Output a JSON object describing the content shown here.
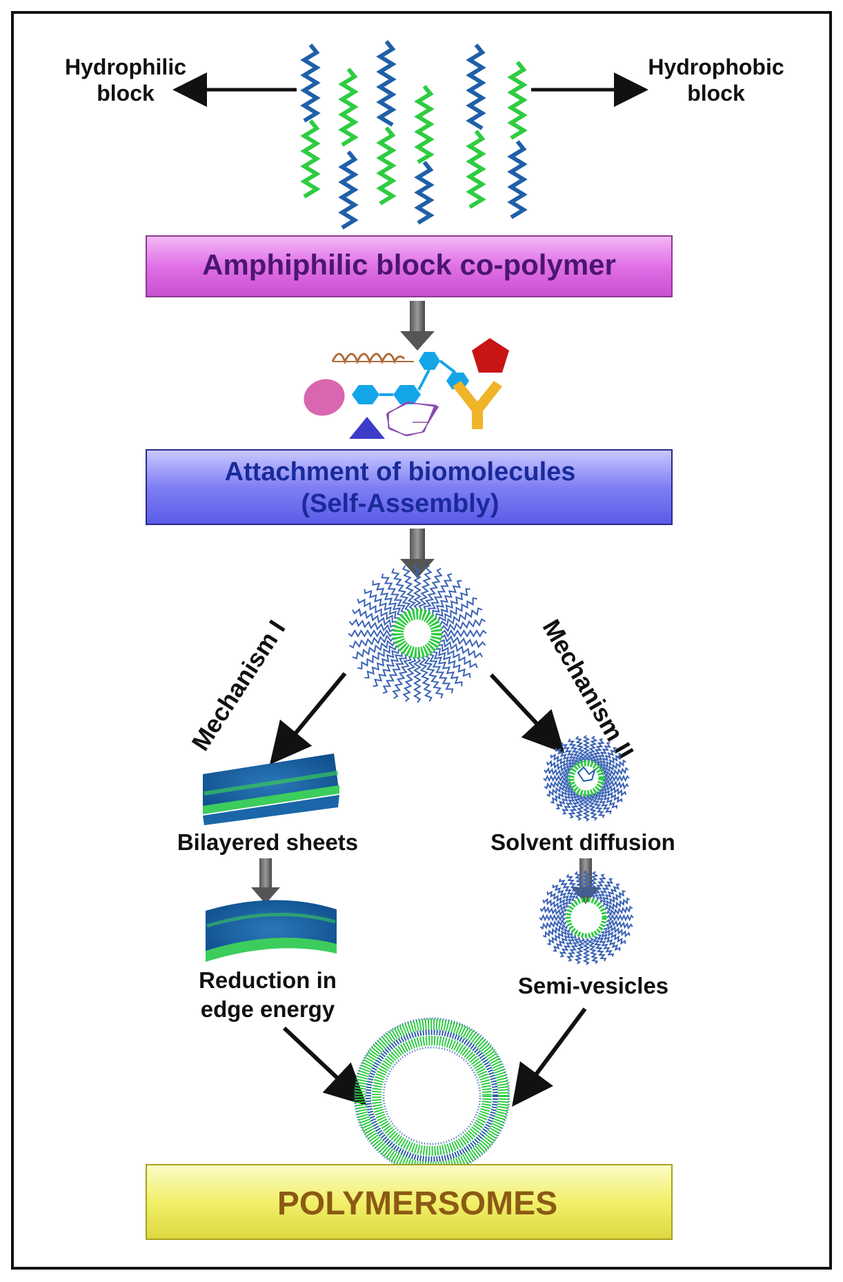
{
  "labels": {
    "hydrophilic_line1": "Hydrophilic",
    "hydrophilic_line2": "block",
    "hydrophobic_line1": "Hydrophobic",
    "hydrophobic_line2": "block",
    "mechanism_1": "Mechanism I",
    "mechanism_2": "Mechanism II",
    "bilayered_sheets": "Bilayered sheets",
    "solvent_diffusion": "Solvent diffusion",
    "reduction_line1": "Reduction in",
    "reduction_line2": "edge energy",
    "semi_vesicles": "Semi-vesicles"
  },
  "boxes": {
    "amphiphilic": "Amphiphilic block co-polymer",
    "attachment_line1": "Attachment of biomolecules",
    "attachment_line2": "(Self-Assembly)",
    "polymersomes": "POLYMERSOMES"
  },
  "colors": {
    "hydrophilic_chain": "#2ecc40",
    "hydrophobic_chain": "#1f5fa8",
    "amphiphilic_box": "#e070e6",
    "attachment_box": "#6f6ff0",
    "polymersomes_box": "#f2f06a",
    "amphiphilic_text": "#4a1670",
    "attachment_text": "#1a2a9a",
    "polymersomes_text": "#8b5a14"
  },
  "icons": [
    "peptide-helix-icon",
    "hexagon-chain-icon",
    "pentagon-icon",
    "ellipse-icon",
    "antibody-y-icon",
    "triangle-icon",
    "dna-coil-icon",
    "micelle-icon",
    "bilayer-sheet-icon",
    "curved-sheet-icon",
    "semi-vesicle-icon",
    "polymersome-vesicle-icon"
  ]
}
